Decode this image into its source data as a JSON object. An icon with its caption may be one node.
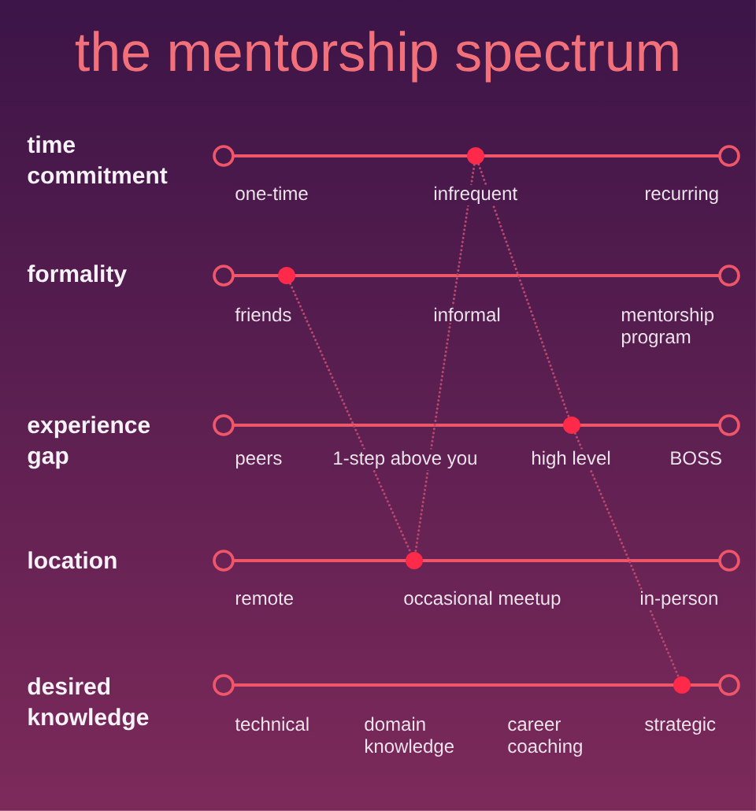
{
  "diagram": {
    "title": "the mentorship spectrum",
    "nodes": [
      {
        "text": [],
        "shape": "circle"
      },
      {
        "text": [],
        "shape": "circle"
      },
      {
        "text": [],
        "shape": "circle"
      },
      {
        "text": [],
        "shape": "circle"
      },
      {
        "text": [],
        "shape": "circle"
      }
    ],
    "edges": [
      {
        "from": 0,
        "to": 3,
        "arrow": "none",
        "style": "dashed"
      },
      {
        "from": 1,
        "to": 3,
        "arrow": "none",
        "style": "dashed"
      },
      {
        "from": 0,
        "to": 2,
        "arrow": "none",
        "style": "dashed"
      },
      {
        "from": 2,
        "to": 4,
        "arrow": "none",
        "style": "dashed"
      }
    ],
    "labels": [
      "time commitment",
      "one-time",
      "infrequent",
      "recurring",
      "formality",
      "friends",
      "informal",
      "mentorship program",
      "experience gap",
      "peers",
      "1-step above you",
      "high level",
      "BOSS",
      "location",
      "remote",
      "occasional meetup",
      "in-person",
      "desired knowledge",
      "technical",
      "domain knowledge",
      "career coaching",
      "strategic"
    ]
  }
}
